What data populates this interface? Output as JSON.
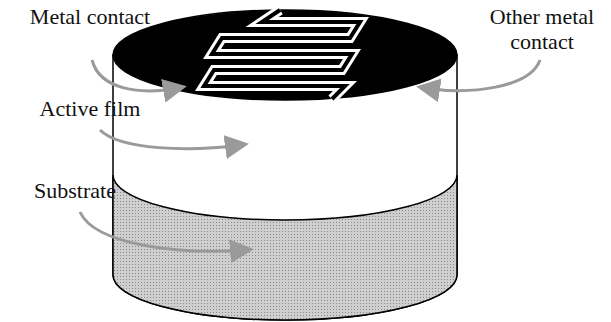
{
  "diagram": {
    "labels": [
      "Metal contact",
      "Other metal contact",
      "Active film",
      "Substrate"
    ]
  }
}
